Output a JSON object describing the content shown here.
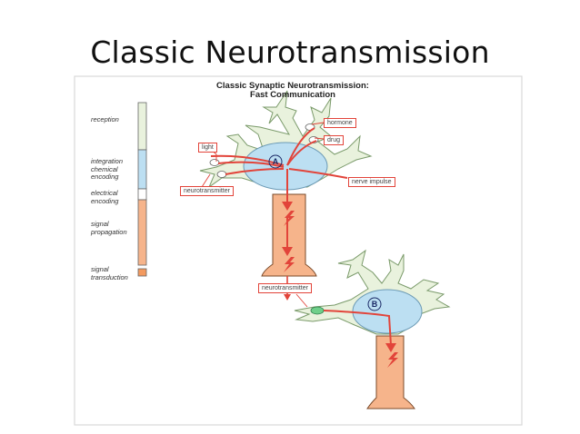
{
  "slide": {
    "title": "Classic Neurotransmission"
  },
  "figure": {
    "heading_line1": "Classic Synaptic Neurotransmission:",
    "heading_line2": "Fast Communication",
    "stages": [
      "reception",
      "integration chemical encoding",
      "electrical encoding",
      "signal propagation",
      "signal transduction"
    ],
    "labels": {
      "hormone": "hormone",
      "drug": "drug",
      "light": "light",
      "nerve_impulse": "nerve impulse",
      "neurotransmitter_a": "neurotransmitter",
      "neurotransmitter_b": "neurotransmitter",
      "neuron_a": "A",
      "neuron_b": "B"
    },
    "colors": {
      "dendrite": "#e9f2dd",
      "soma": "#bcdff2",
      "axon": "#f6b48b",
      "arrow": "#e2443a",
      "frame": "#d8d8d8"
    }
  }
}
